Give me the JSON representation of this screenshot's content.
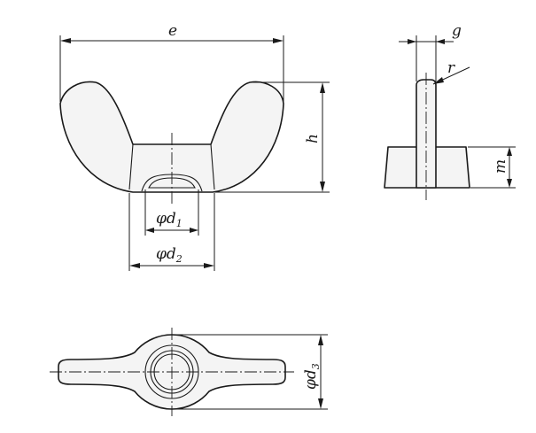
{
  "labels": {
    "e": "e",
    "g": "g",
    "r": "r",
    "h": "h",
    "m": "m",
    "d1_main": "φd",
    "d1_sub": "1",
    "d2_main": "φd",
    "d2_sub": "2",
    "d3_main": "φd",
    "d3_sub": "3"
  }
}
